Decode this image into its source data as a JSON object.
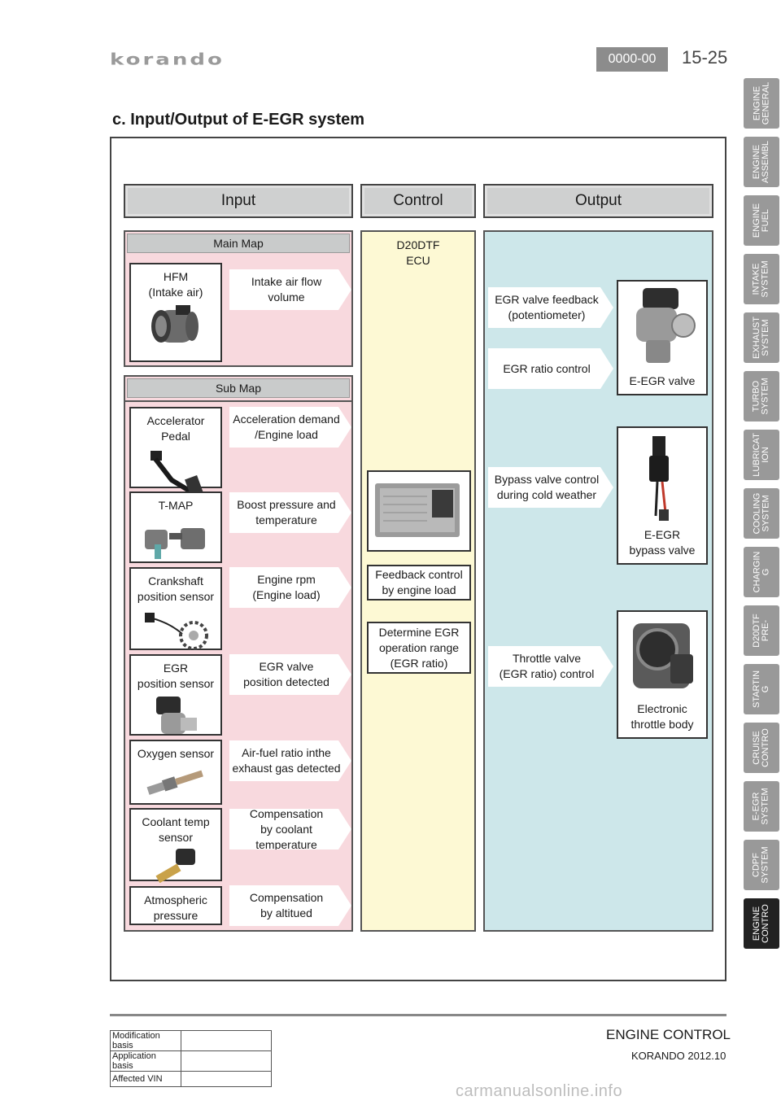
{
  "header": {
    "logo": "korando",
    "code": "0000-00",
    "page_number": "15-25"
  },
  "section_title": "c. Input/Output of E-EGR system",
  "columns": {
    "input": "Input",
    "control": "Control",
    "output": "Output"
  },
  "main_map": {
    "title": "Main Map",
    "items": [
      {
        "sensor": "HFM\n(Intake air)",
        "signal": "Intake air flow\nvolume"
      }
    ]
  },
  "sub_map": {
    "title": "Sub Map",
    "items": [
      {
        "sensor": "Accelerator Pedal",
        "signal": "Acceleration demand\n/Engine load"
      },
      {
        "sensor": "T-MAP",
        "signal": "Boost pressure and\ntemperature"
      },
      {
        "sensor": "Crankshaft\nposition sensor",
        "signal": "Engine rpm\n(Engine load)"
      },
      {
        "sensor": "EGR\nposition sensor",
        "signal": "EGR valve\nposition detected"
      },
      {
        "sensor": "Oxygen sensor",
        "signal": "Air-fuel ratio inthe\nexhaust gas detected"
      },
      {
        "sensor": "Coolant temp\nsensor",
        "signal": "Compensation\nby coolant temperature"
      },
      {
        "sensor": "Atmospheric\npressure",
        "signal": "Compensation\nby altitued"
      }
    ]
  },
  "control": {
    "ecu": "D20DTF\nECU",
    "feedback": "Feedback control\nby engine load",
    "determine": "Determine EGR\noperation range\n(EGR ratio)"
  },
  "output": {
    "signals": [
      "EGR valve feedback\n(potentiometer)",
      "EGR ratio control",
      "Bypass valve control\nduring cold weather",
      "Throttle valve\n(EGR ratio) control"
    ],
    "devices": [
      "E-EGR valve",
      "E-EGR\nbypass valve",
      "Electronic\nthrottle body"
    ]
  },
  "side_tabs": [
    "ENGINE\nGENERAL",
    "ENGINE\nASSEMBL",
    "ENGINE\nFUEL",
    "INTAKE\nSYSTEM",
    "EXHAUST\nSYSTEM",
    "TURBO\nSYSTEM",
    "LUBRICAT\nION",
    "COOLING\nSYSTEM",
    "CHARGIN\nG",
    "D20DTF\nPRE-",
    "STARTIN\nG",
    "CRUISE\nCONTRO",
    "E-EGR\nSYSTEM",
    "CDPF\nSYSTEM",
    "ENGINE\nCONTRO"
  ],
  "active_tab_index": 14,
  "footer": {
    "title": "ENGINE CONTROL",
    "subtitle": "KORANDO 2012.10",
    "table": [
      {
        "label": "Modification basis",
        "value": ""
      },
      {
        "label": "Application basis",
        "value": ""
      },
      {
        "label": "Affected VIN",
        "value": ""
      }
    ]
  },
  "watermark": "carmanualsonline.info",
  "colors": {
    "input_bg": "#f8d9de",
    "control_bg": "#fdf9d4",
    "output_bg": "#cde7ea",
    "active_tab": "#222222"
  }
}
